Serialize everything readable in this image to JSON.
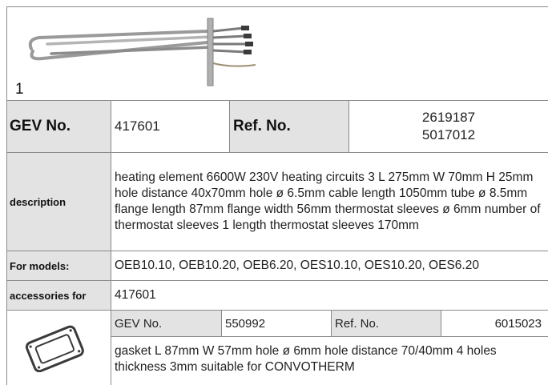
{
  "image_number": "1",
  "gev_label": "GEV No.",
  "gev_value": "417601",
  "ref_label": "Ref. No.",
  "ref_values": [
    "2619187",
    "5017012"
  ],
  "description_label": "description",
  "description_text": "heating element  6600W 230V heating circuits 3 L 275mm W 70mm H 25mm hole distance 40x70mm hole ø 6.5mm cable length 1050mm tube ø 8.5mm flange length 87mm flange width 56mm thermostat sleeves ø 6mm number of thermostat sleeves 1 length thermostat sleeves 170mm",
  "models_label": "For models:",
  "models_text": "OEB10.10, OEB10.20, OEB6.20, OES10.10, OES10.20, OES6.20",
  "accessories_label": "accessories for",
  "accessories_value": "417601",
  "accessory": {
    "gev_label": "GEV No.",
    "gev_value": "550992",
    "ref_label": "Ref. No.",
    "ref_value": "6015023",
    "description": "gasket  L 87mm W 57mm hole ø 6mm hole distance 70/40mm 4 holes thickness 3mm suitable for CONVOTHERM"
  }
}
